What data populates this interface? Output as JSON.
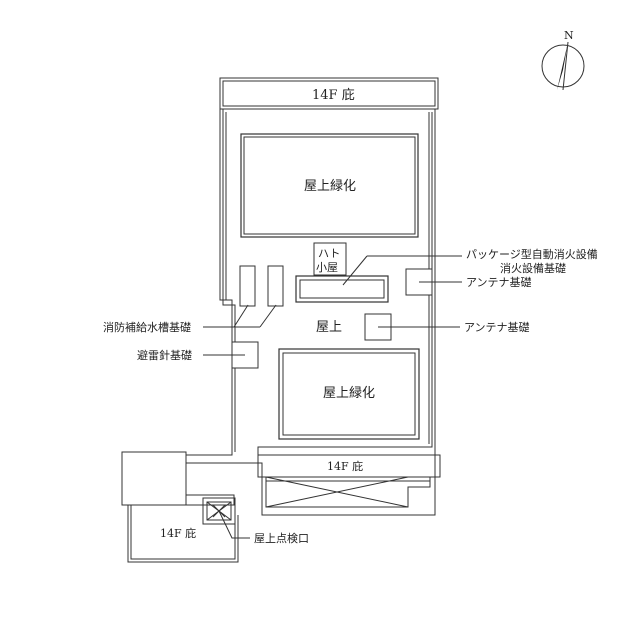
{
  "compass": {
    "north_label": "N"
  },
  "labels": {
    "eave_top": "14F 庇",
    "green_top": "屋上緑化",
    "hatch_line1": "ハト",
    "hatch_line2": "小屋",
    "package_fire_line1": "パッケージ型自動消火設備",
    "package_fire_line2": "消火設備基礎",
    "antenna_1": "アンテナ基礎",
    "antenna_2": "アンテナ基礎",
    "roof": "屋上",
    "water_tank": "消防補給水槽基礎",
    "lightning": "避雷針基礎",
    "green_bottom": "屋上緑化",
    "eave_mid": "14F 庇",
    "eave_left": "14F 庇",
    "inspection": "屋上点検口"
  }
}
